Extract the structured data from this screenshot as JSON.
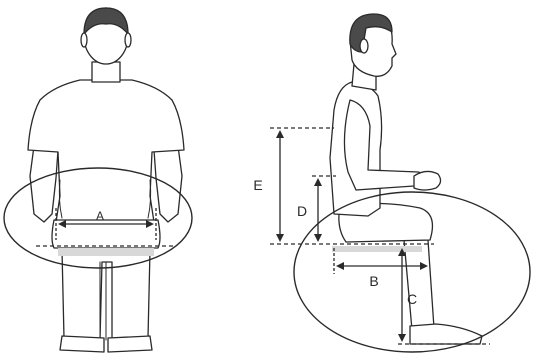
{
  "labels": {
    "a": "A",
    "b": "B",
    "c": "C",
    "d": "D",
    "e": "E"
  },
  "colors": {
    "line": "#2a2a2a",
    "fill": "#ffffff",
    "shade": "#d8d8d8",
    "hair": "#4a4a4a"
  }
}
